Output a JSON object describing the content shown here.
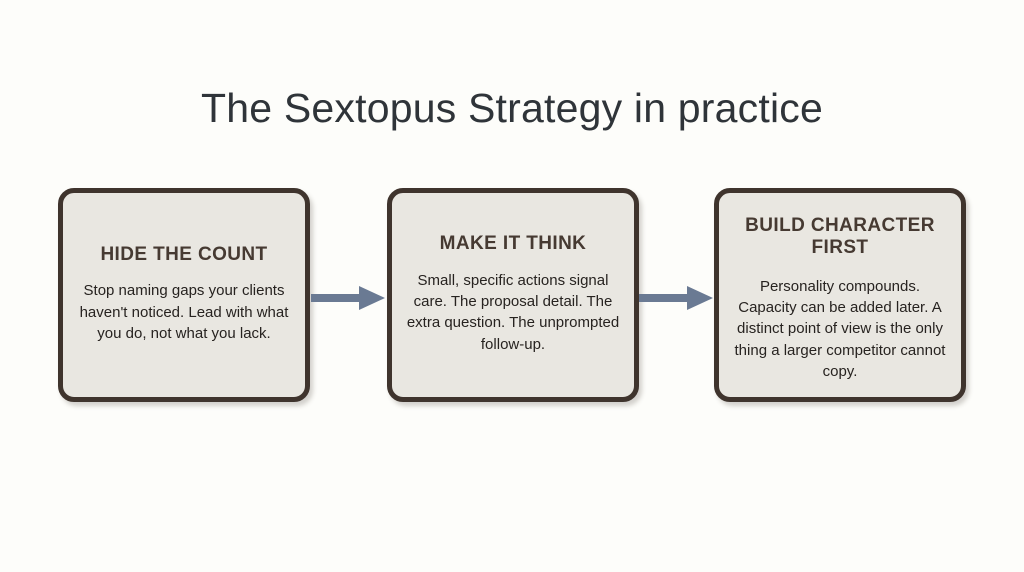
{
  "slide": {
    "title": "The Sextopus Strategy in practice",
    "background_color": "#fdfdfa",
    "title_color": "#2f3439"
  },
  "theme": {
    "box_fill": "#e9e7e1",
    "box_border": "#3f342d",
    "heading_color": "#463a32",
    "body_color": "#272320",
    "arrow_color": "#6a7a93"
  },
  "flow": {
    "steps": [
      {
        "heading": "HIDE THE COUNT",
        "body": "Stop naming gaps your clients haven't noticed. Lead with what you do, not what you lack."
      },
      {
        "heading": "MAKE IT THINK",
        "body": "Small, specific actions signal care. The proposal detail. The extra question. The unprompted follow-up."
      },
      {
        "heading": "BUILD CHARACTER FIRST",
        "body": "Personality compounds. Capacity can be added later. A distinct point of view is the only thing a larger competitor cannot copy."
      }
    ],
    "connectors": [
      {
        "icon": "arrow-right-icon",
        "from": "HIDE THE COUNT",
        "to": "MAKE IT THINK"
      },
      {
        "icon": "arrow-right-icon",
        "from": "MAKE IT THINK",
        "to": "BUILD CHARACTER FIRST"
      }
    ]
  }
}
